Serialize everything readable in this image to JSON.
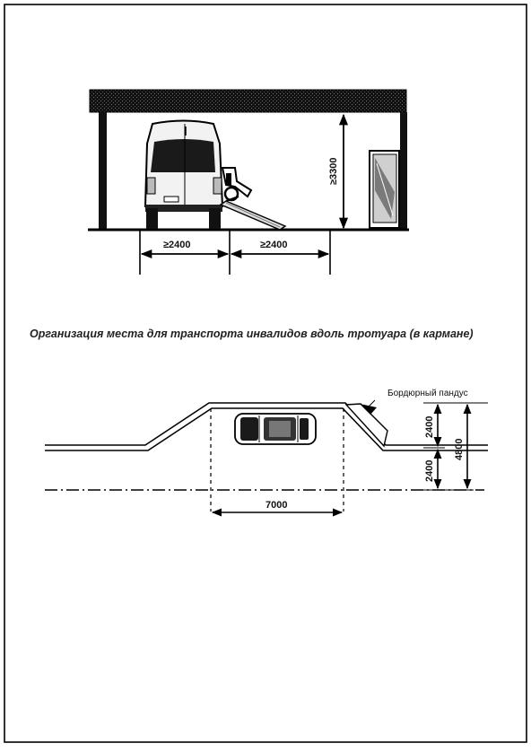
{
  "diagram": {
    "top_section": {
      "width_left": "≥2400",
      "width_right": "≥2400",
      "height": "≥3300"
    },
    "caption": "Организация места для транспорта инвалидов вдоль тротуара (в кармане)",
    "bottom_section": {
      "ramp_label": "Бордюрный пандус",
      "length": "7000",
      "depth_top": "2400",
      "depth_bottom": "2400",
      "depth_total": "4800"
    }
  }
}
